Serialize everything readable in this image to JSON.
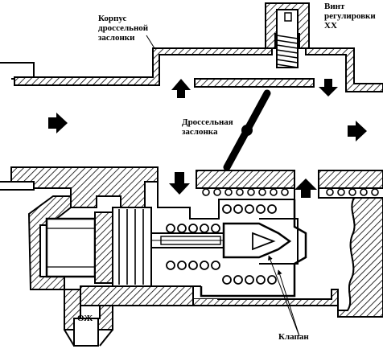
{
  "labels": {
    "throttle_body": [
      "Корпус",
      "дроссельной",
      "заслонки"
    ],
    "idle_screw": [
      "Винт",
      "регулировки",
      "ХХ"
    ],
    "throttle_valve": [
      "Дроссельная",
      "заслонка"
    ],
    "valve": "Клапан",
    "coolant": "ОЖ"
  },
  "colors": {
    "ink": "#000000",
    "paper": "#ffffff"
  }
}
